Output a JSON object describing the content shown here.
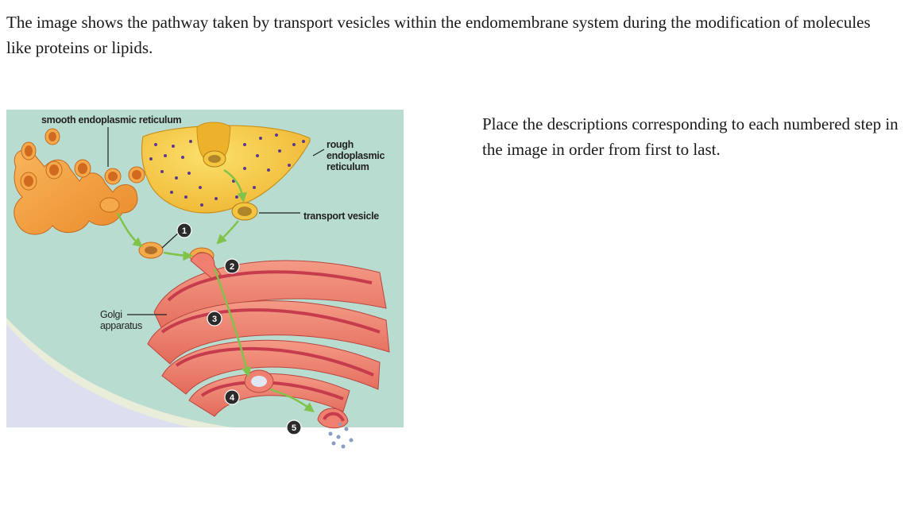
{
  "question": {
    "intro": "The image shows the pathway taken by transport vesicles within the endomembrane system during the modification of molecules like proteins or lipids.",
    "prompt": "Place the descriptions corresponding to each numbered step in the image in order from first to last."
  },
  "diagram": {
    "labels": {
      "smooth_er": "smooth endoplasmic reticulum",
      "rough_er_line1": "rough",
      "rough_er_line2": "endoplasmic",
      "rough_er_line3": "reticulum",
      "transport_vesicle": "transport vesicle",
      "golgi_line1": "Golgi",
      "golgi_line2": "apparatus"
    },
    "steps": [
      "1",
      "2",
      "3",
      "4",
      "5"
    ],
    "colors": {
      "cytoplasm": "#b9dcd1",
      "membrane": "#e9edd9",
      "outside": "#dcdff0",
      "er": "#f5c540",
      "golgi": "#ef7f6e",
      "golgi_lumen": "#c73c4c",
      "arrow": "#7fc34a",
      "step_badge": "#2b2b2b"
    }
  }
}
